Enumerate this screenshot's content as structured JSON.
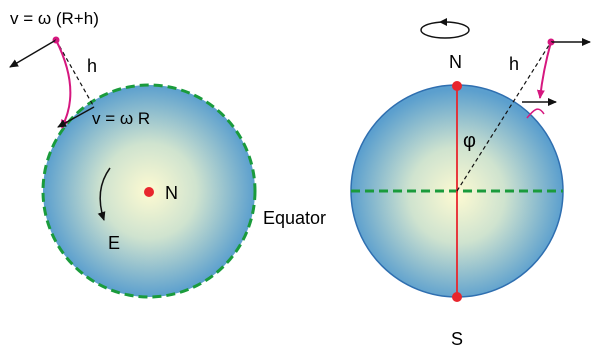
{
  "labels": {
    "v_top": "v = ω (R+h)",
    "h_left": "h",
    "v_surface": "v = ω R",
    "north_left": "N",
    "east": "E",
    "equator": "Equator",
    "north_right": "N",
    "h_right": "h",
    "latitude": "φ",
    "south": "S"
  },
  "colors": {
    "background": "#ffffff",
    "globe_center": "#fdfad2",
    "globe_edge": "#5b9fce",
    "equator_dash": "#1a9b3c",
    "axis_line": "#e8262d",
    "pole_dot": "#e8262d",
    "globe_outline": "#2f6fb0",
    "trajectory": "#d6177f",
    "arrows": "#111111"
  }
}
